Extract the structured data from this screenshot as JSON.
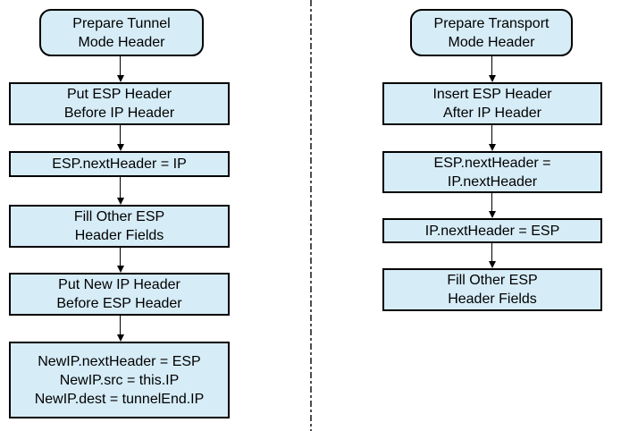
{
  "colors": {
    "node_fill": "#d6ecf7",
    "node_border": "#000000",
    "arrow_color": "#000000",
    "divider_color": "#4d4d4d",
    "canvas_bg": "#ffffff"
  },
  "flows": [
    {
      "name": "tunnel-mode",
      "nodes": [
        {
          "type": "terminal",
          "label": "Prepare Tunnel\nMode Header"
        },
        {
          "type": "process",
          "label": "Put ESP Header\nBefore IP Header"
        },
        {
          "type": "process",
          "label": "ESP.nextHeader = IP"
        },
        {
          "type": "process",
          "label": "Fill Other ESP\nHeader Fields"
        },
        {
          "type": "process",
          "label": "Put New IP Header\nBefore ESP Header"
        },
        {
          "type": "process",
          "label": "NewIP.nextHeader = ESP\nNewIP.src = this.IP\nNewIP.dest = tunnelEnd.IP"
        }
      ]
    },
    {
      "name": "transport-mode",
      "nodes": [
        {
          "type": "terminal",
          "label": "Prepare Transport\nMode Header"
        },
        {
          "type": "process",
          "label": "Insert ESP Header\nAfter IP Header"
        },
        {
          "type": "process",
          "label": "ESP.nextHeader =\nIP.nextHeader"
        },
        {
          "type": "process",
          "label": "IP.nextHeader = ESP"
        },
        {
          "type": "process",
          "label": "Fill Other ESP\nHeader Fields"
        }
      ]
    }
  ]
}
